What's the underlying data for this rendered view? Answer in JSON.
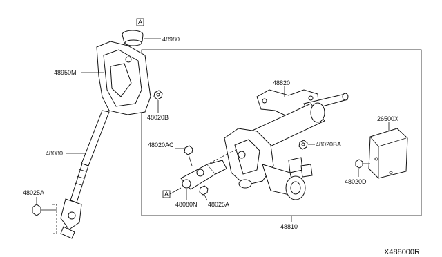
{
  "labels": {
    "p48980": "48980",
    "p48950M": "48950M",
    "p48020B": "48020B",
    "p48080": "48080",
    "p48025A_left": "48025A",
    "p48820": "48820",
    "p26500X": "26500X",
    "p48020AC": "48020AC",
    "p48020BA": "48020BA",
    "p48020D": "48020D",
    "p48080N": "48080N",
    "p48025A_mid": "48025A",
    "p48810": "48810"
  },
  "callouts": {
    "top": "A",
    "bottom": "A"
  },
  "reference_code": "X488000R"
}
